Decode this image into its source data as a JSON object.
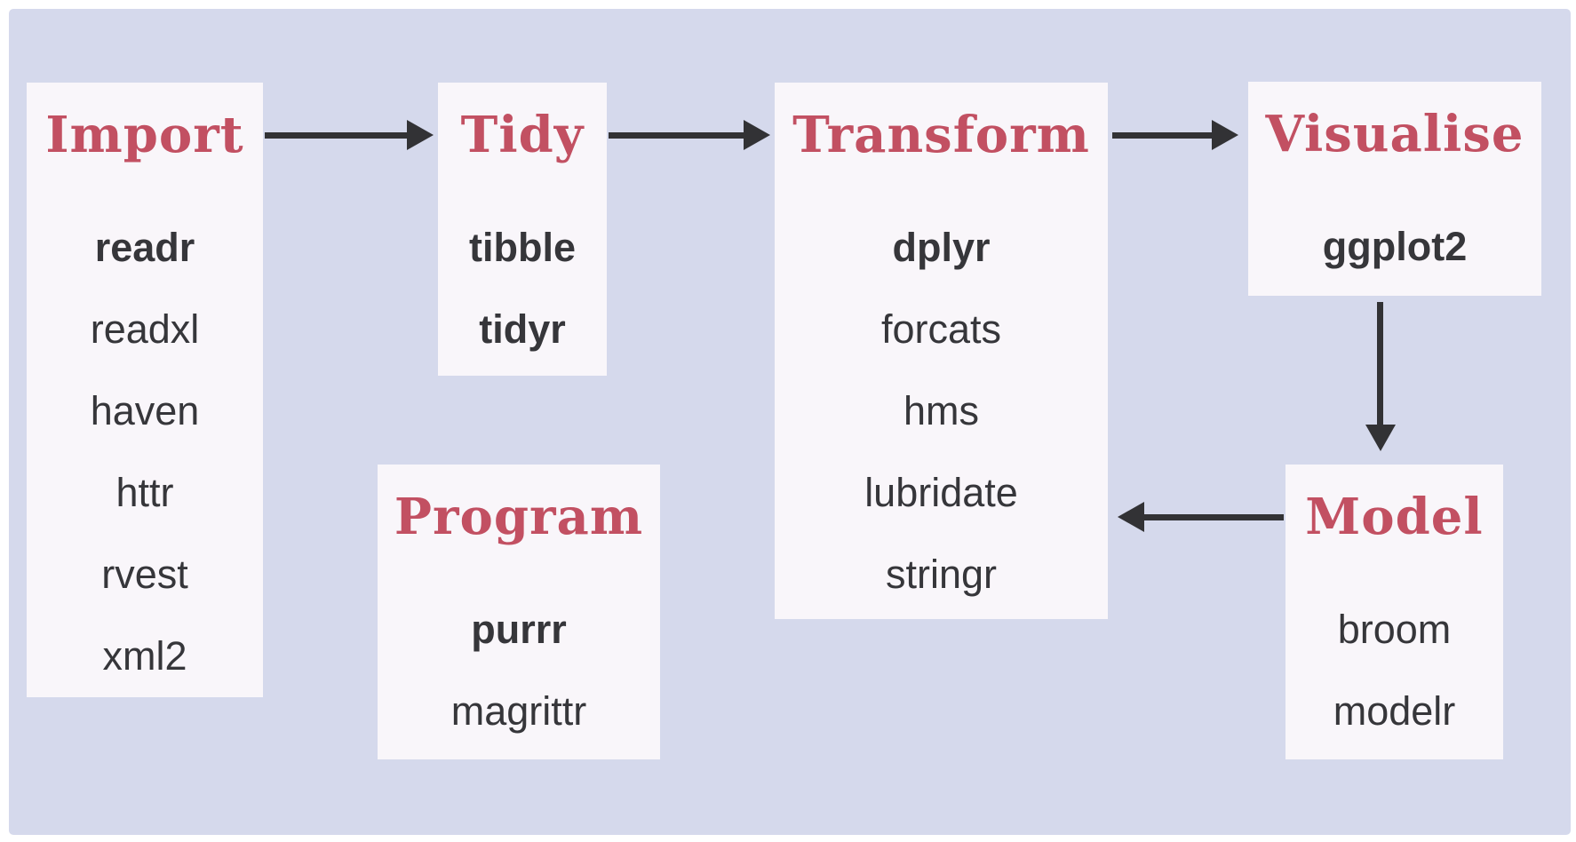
{
  "colors": {
    "page_background": "#ffffff",
    "panel_background": "#d5d9ec",
    "box_background": "#f9f6fa",
    "heading_text": "#c25062",
    "body_text": "#36363a",
    "arrow": "#323235"
  },
  "boxes": {
    "import": {
      "title": "Import",
      "items": [
        {
          "label": "readr",
          "bold": true
        },
        {
          "label": "readxl",
          "bold": false
        },
        {
          "label": "haven",
          "bold": false
        },
        {
          "label": "httr",
          "bold": false
        },
        {
          "label": "rvest",
          "bold": false
        },
        {
          "label": "xml2",
          "bold": false
        }
      ]
    },
    "tidy": {
      "title": "Tidy",
      "items": [
        {
          "label": "tibble",
          "bold": true
        },
        {
          "label": "tidyr",
          "bold": true
        }
      ]
    },
    "transform": {
      "title": "Transform",
      "items": [
        {
          "label": "dplyr",
          "bold": true
        },
        {
          "label": "forcats",
          "bold": false
        },
        {
          "label": "hms",
          "bold": false
        },
        {
          "label": "lubridate",
          "bold": false
        },
        {
          "label": "stringr",
          "bold": false
        }
      ]
    },
    "visualise": {
      "title": "Visualise",
      "items": [
        {
          "label": "ggplot2",
          "bold": true
        }
      ]
    },
    "model": {
      "title": "Model",
      "items": [
        {
          "label": "broom",
          "bold": false
        },
        {
          "label": "modelr",
          "bold": false
        }
      ]
    },
    "program": {
      "title": "Program",
      "items": [
        {
          "label": "purrr",
          "bold": true
        },
        {
          "label": "magrittr",
          "bold": false
        }
      ]
    }
  },
  "connections": [
    {
      "from": "Import",
      "to": "Tidy"
    },
    {
      "from": "Tidy",
      "to": "Transform"
    },
    {
      "from": "Transform",
      "to": "Visualise"
    },
    {
      "from": "Visualise",
      "to": "Model"
    },
    {
      "from": "Model",
      "to": "Transform"
    }
  ]
}
